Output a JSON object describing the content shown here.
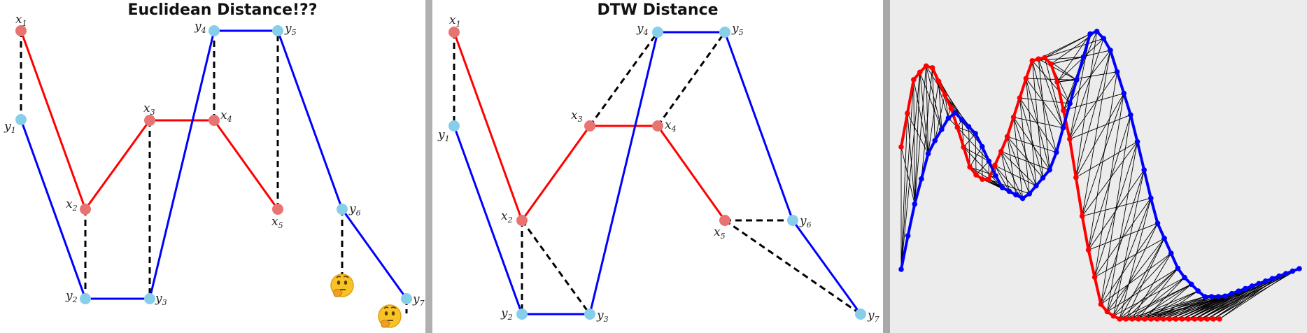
{
  "panels": {
    "euclidean": {
      "title": "Euclidean Distance!??"
    },
    "dtw": {
      "title": "DTW Distance"
    }
  },
  "series_x": {
    "color": "#ff0000",
    "marker_color": "#e77471",
    "labels": [
      {
        "base": "x",
        "sub": "1"
      },
      {
        "base": "x",
        "sub": "2"
      },
      {
        "base": "x",
        "sub": "3"
      },
      {
        "base": "x",
        "sub": "4"
      },
      {
        "base": "x",
        "sub": "5"
      }
    ]
  },
  "series_y": {
    "color": "#0000ff",
    "marker_color": "#87ceeb",
    "labels": [
      {
        "base": "y",
        "sub": "1"
      },
      {
        "base": "y",
        "sub": "2"
      },
      {
        "base": "y",
        "sub": "3"
      },
      {
        "base": "y",
        "sub": "4"
      },
      {
        "base": "y",
        "sub": "5"
      },
      {
        "base": "y",
        "sub": "6"
      },
      {
        "base": "y",
        "sub": "7"
      }
    ]
  },
  "icons": [
    "thinking-face-icon",
    "thinking-face-icon"
  ]
}
